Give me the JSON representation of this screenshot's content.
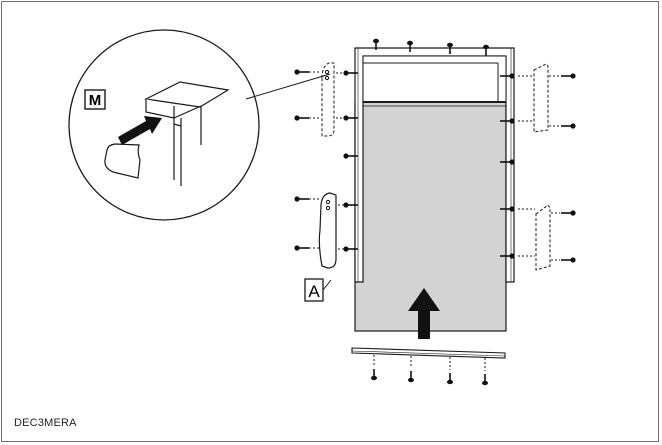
{
  "figure": {
    "caption": "DEC3MERA",
    "callout_m": "M",
    "callout_a": "A"
  },
  "colors": {
    "panel_fill": "#d3d3d3",
    "line": "#1a1a1a",
    "frame_border": "#6f6f6f"
  },
  "icons": [
    "screw-icon",
    "arrow-up-icon",
    "insert-arrow-icon",
    "hinge-bracket-icon"
  ]
}
